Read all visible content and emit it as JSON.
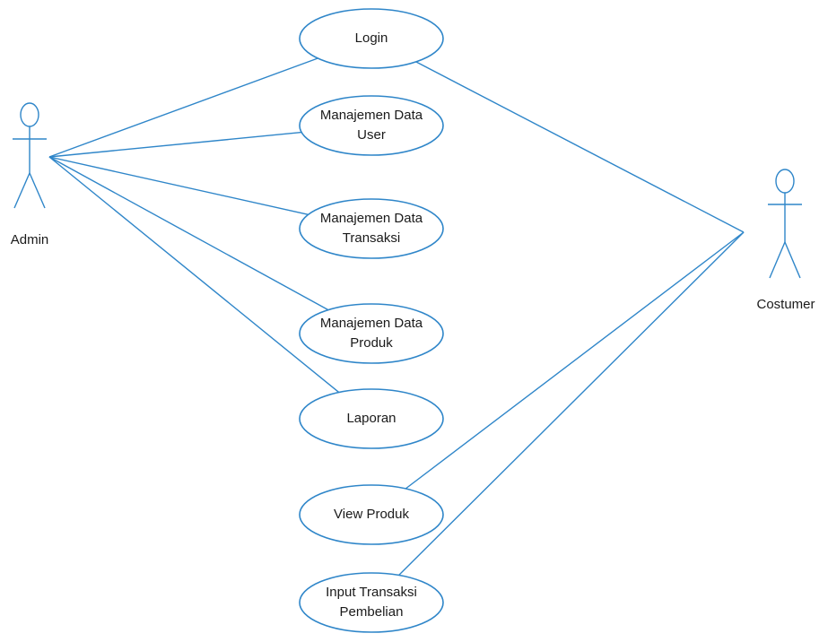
{
  "colors": {
    "line": "#2f86c9",
    "ellipse_fill": "#ffffff",
    "text": "#1a1a1a",
    "background": "#ffffff"
  },
  "actors": {
    "admin": {
      "label": "Admin",
      "icon": "stick-figure-icon"
    },
    "customer": {
      "label": "Costumer",
      "icon": "stick-figure-icon"
    }
  },
  "use_cases": [
    {
      "id": "login",
      "lines": [
        "Login"
      ]
    },
    {
      "id": "manajemen-data-user",
      "lines": [
        "Manajemen Data",
        "User"
      ]
    },
    {
      "id": "manajemen-data-transaksi",
      "lines": [
        "Manajemen Data",
        "Transaksi"
      ]
    },
    {
      "id": "manajemen-data-produk",
      "lines": [
        "Manajemen Data",
        "Produk"
      ]
    },
    {
      "id": "laporan",
      "lines": [
        "Laporan"
      ]
    },
    {
      "id": "view-produk",
      "lines": [
        "View Produk"
      ]
    },
    {
      "id": "input-transaksi-pembelian",
      "lines": [
        "Input Transaksi",
        "Pembelian"
      ]
    }
  ],
  "associations": [
    {
      "actor": "admin",
      "use_case": "login"
    },
    {
      "actor": "admin",
      "use_case": "manajemen-data-user"
    },
    {
      "actor": "admin",
      "use_case": "manajemen-data-transaksi"
    },
    {
      "actor": "admin",
      "use_case": "manajemen-data-produk"
    },
    {
      "actor": "admin",
      "use_case": "laporan"
    },
    {
      "actor": "customer",
      "use_case": "login"
    },
    {
      "actor": "customer",
      "use_case": "view-produk"
    },
    {
      "actor": "customer",
      "use_case": "input-transaksi-pembelian"
    }
  ]
}
